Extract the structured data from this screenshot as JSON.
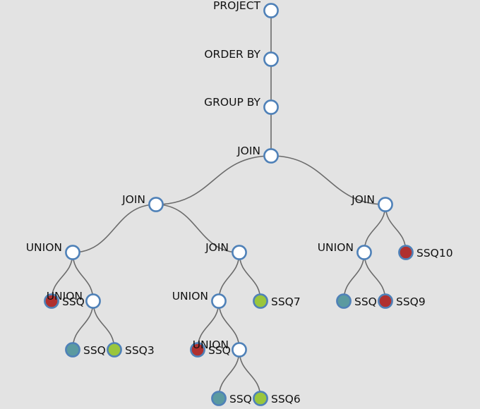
{
  "colors": {
    "background": "#e3e3e3",
    "edge": "#6b6b6b",
    "node_stroke": "#4f81b8",
    "operator_fill": "#ffffff",
    "teal": "#5b9aa0",
    "red": "#b0302f",
    "green": "#9ac63c"
  },
  "nodes": [
    {
      "id": "project",
      "label": "PROJECT",
      "kind": "operator",
      "fill": "operator_fill",
      "label_side": "left",
      "parent": null
    },
    {
      "id": "order-by",
      "label": "ORDER BY",
      "kind": "operator",
      "fill": "operator_fill",
      "label_side": "left",
      "parent": "project"
    },
    {
      "id": "group-by",
      "label": "GROUP BY",
      "kind": "operator",
      "fill": "operator_fill",
      "label_side": "left",
      "parent": "order-by"
    },
    {
      "id": "join-root",
      "label": "JOIN",
      "kind": "operator",
      "fill": "operator_fill",
      "label_side": "left",
      "parent": "group-by"
    },
    {
      "id": "join-left",
      "label": "JOIN",
      "kind": "operator",
      "fill": "operator_fill",
      "label_side": "left",
      "parent": "join-root"
    },
    {
      "id": "join-right",
      "label": "JOIN",
      "kind": "operator",
      "fill": "operator_fill",
      "label_side": "left",
      "parent": "join-root"
    },
    {
      "id": "union-a",
      "label": "UNION",
      "kind": "operator",
      "fill": "operator_fill",
      "label_side": "left",
      "parent": "join-left"
    },
    {
      "id": "join-mid",
      "label": "JOIN",
      "kind": "operator",
      "fill": "operator_fill",
      "label_side": "left",
      "parent": "join-left"
    },
    {
      "id": "union-r",
      "label": "UNION",
      "kind": "operator",
      "fill": "operator_fill",
      "label_side": "left",
      "parent": "join-right"
    },
    {
      "id": "ssq10",
      "label": "SSQ10",
      "kind": "leaf",
      "fill": "red",
      "label_side": "right",
      "parent": "join-right"
    },
    {
      "id": "ssq-a1",
      "label": "SSQ",
      "kind": "leaf",
      "fill": "red",
      "label_side": "right",
      "parent": "union-a"
    },
    {
      "id": "union-b",
      "label": "UNION",
      "kind": "operator",
      "fill": "operator_fill",
      "label_side": "left",
      "parent": "union-a"
    },
    {
      "id": "union-c",
      "label": "UNION",
      "kind": "operator",
      "fill": "operator_fill",
      "label_side": "left",
      "parent": "join-mid"
    },
    {
      "id": "ssq7",
      "label": "SSQ7",
      "kind": "leaf",
      "fill": "green",
      "label_side": "right",
      "parent": "join-mid"
    },
    {
      "id": "ssq-r1",
      "label": "SSQ",
      "kind": "leaf",
      "fill": "teal",
      "label_side": "right",
      "parent": "union-r"
    },
    {
      "id": "ssq9",
      "label": "SSQ9",
      "kind": "leaf",
      "fill": "red",
      "label_side": "right",
      "parent": "union-r"
    },
    {
      "id": "ssq-b1",
      "label": "SSQ",
      "kind": "leaf",
      "fill": "teal",
      "label_side": "right",
      "parent": "union-b"
    },
    {
      "id": "ssq3",
      "label": "SSQ3",
      "kind": "leaf",
      "fill": "green",
      "label_side": "right",
      "parent": "union-b"
    },
    {
      "id": "ssq-c1",
      "label": "SSQ",
      "kind": "leaf",
      "fill": "red",
      "label_side": "right",
      "parent": "union-c"
    },
    {
      "id": "union-d",
      "label": "UNION",
      "kind": "operator",
      "fill": "operator_fill",
      "label_side": "left",
      "parent": "union-c"
    },
    {
      "id": "ssq-d1",
      "label": "SSQ",
      "kind": "leaf",
      "fill": "teal",
      "label_side": "right",
      "parent": "union-d"
    },
    {
      "id": "ssq6",
      "label": "SSQ6",
      "kind": "leaf",
      "fill": "green",
      "label_side": "right",
      "parent": "union-d"
    }
  ]
}
